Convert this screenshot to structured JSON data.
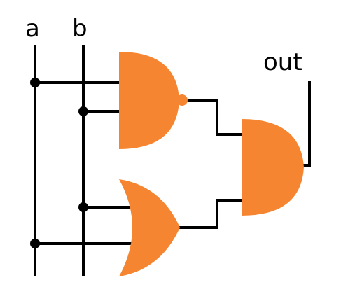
{
  "diagram": {
    "inputs": [
      {
        "label": "a"
      },
      {
        "label": "b"
      }
    ],
    "output": {
      "label": "out"
    },
    "gates": [
      {
        "type": "NAND",
        "inputs": [
          "a",
          "b"
        ]
      },
      {
        "type": "OR",
        "inputs": [
          "b",
          "a"
        ]
      },
      {
        "type": "AND",
        "inputs": [
          "NAND",
          "OR"
        ],
        "output": "out"
      }
    ],
    "colors": {
      "gate_fill": "#F58531",
      "wire": "#000000",
      "background": "#FFFFFF"
    }
  }
}
